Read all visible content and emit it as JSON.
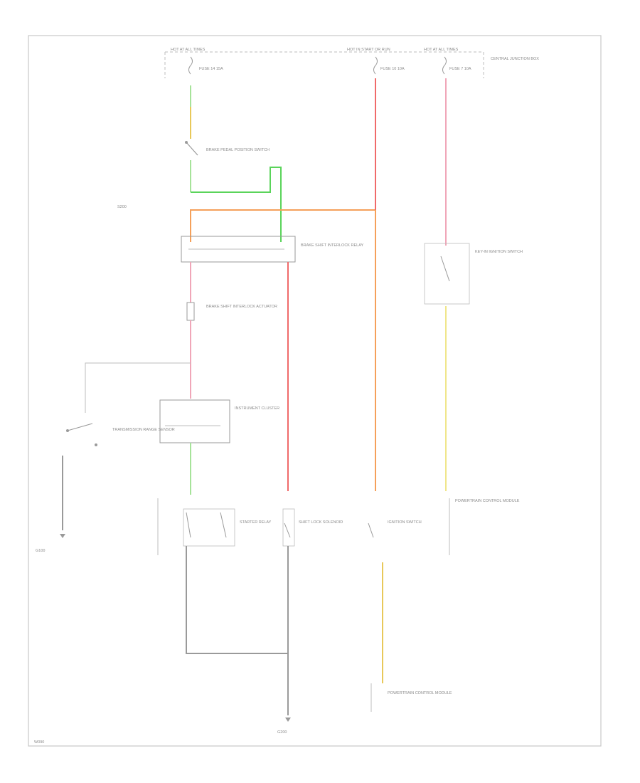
{
  "figure_code": "W090",
  "top_bus": [
    "HOT AT ALL TIMES",
    "HOT IN START OR RUN",
    "HOT AT ALL TIMES"
  ],
  "fuses": [
    "FUSE 14 15A",
    "FUSE 10 10A",
    "FUSE 7 10A"
  ],
  "fuse_box_label": "CENTRAL JUNCTION BOX",
  "components": {
    "brake_switch": "BRAKE PEDAL POSITION SWITCH",
    "bos_relay": "BRAKE SHIFT INTERLOCK RELAY",
    "interlock_solenoid": "BRAKE SHIFT INTERLOCK ACTUATOR",
    "park_switch": "TRANSMISSION RANGE SENSOR",
    "shifter": "INSTRUMENT CLUSTER",
    "key_warning": "KEY-IN IGNITION SWITCH",
    "park_lamp": "SHIFT LOCK SOLENOID",
    "ignition": "IGNITION SWITCH",
    "starter_relay": "STARTER RELAY",
    "pcm": "POWERTRAIN CONTROL MODULE",
    "module_ref": "POWERTRAIN CONTROL MODULE",
    "ground_main": "G200",
    "ground_left": "G100",
    "splice": "S200"
  },
  "colors": {
    "green": "#5ad45a",
    "lightgreen": "#a6e39a",
    "orange": "#f5a05a",
    "red": "#f06a6a",
    "pink": "#f0a6b8",
    "yellow": "#f0e68a",
    "goldenrod": "#e8c85a",
    "gray": "#9a9a9a",
    "frame": "#c8c8c8"
  }
}
